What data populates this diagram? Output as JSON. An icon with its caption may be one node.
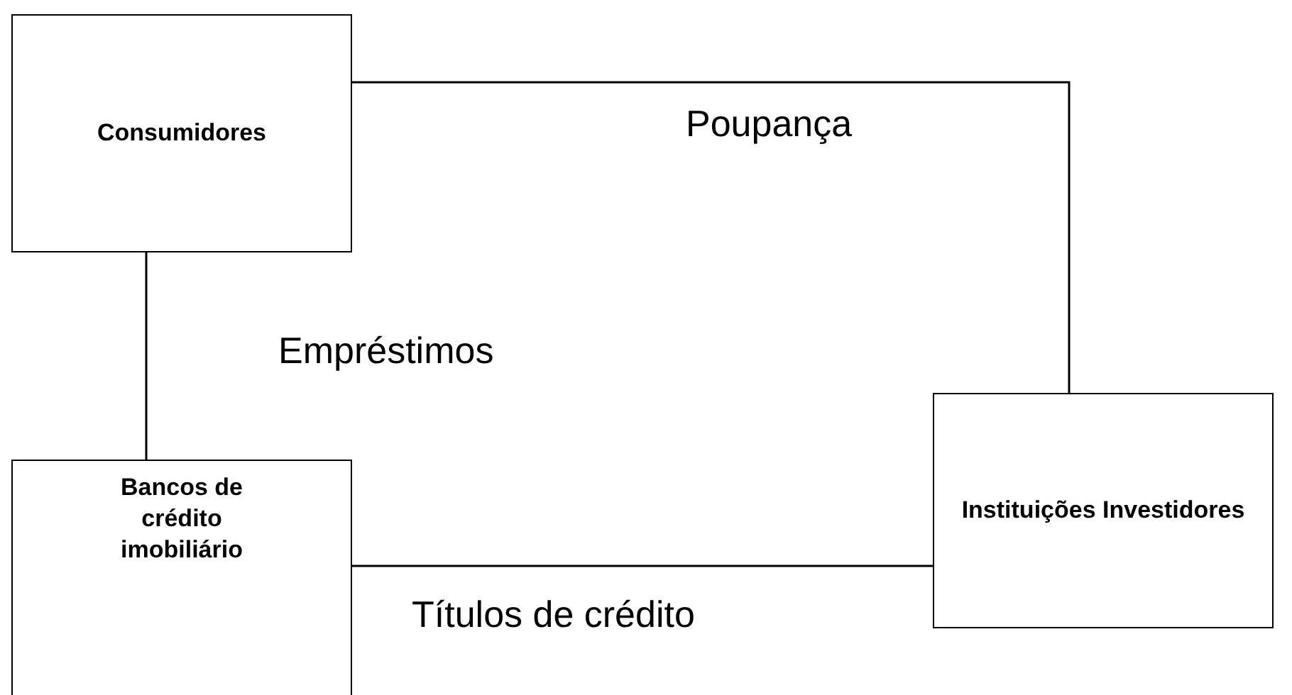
{
  "diagram": {
    "nodes": [
      {
        "text": [
          "Consumidores"
        ]
      },
      {
        "text": [
          "Bancos de crédito imobiliário"
        ]
      },
      {
        "text": [
          "Instituições Investidores"
        ]
      }
    ],
    "edges": [
      {
        "from": 0,
        "to": 2,
        "arrow": "none",
        "label": "Poupança"
      },
      {
        "from": 0,
        "to": 1,
        "arrow": "none",
        "label": "Empréstimos"
      },
      {
        "from": 1,
        "to": 2,
        "arrow": "none",
        "label": "Títulos de crédito"
      }
    ]
  }
}
